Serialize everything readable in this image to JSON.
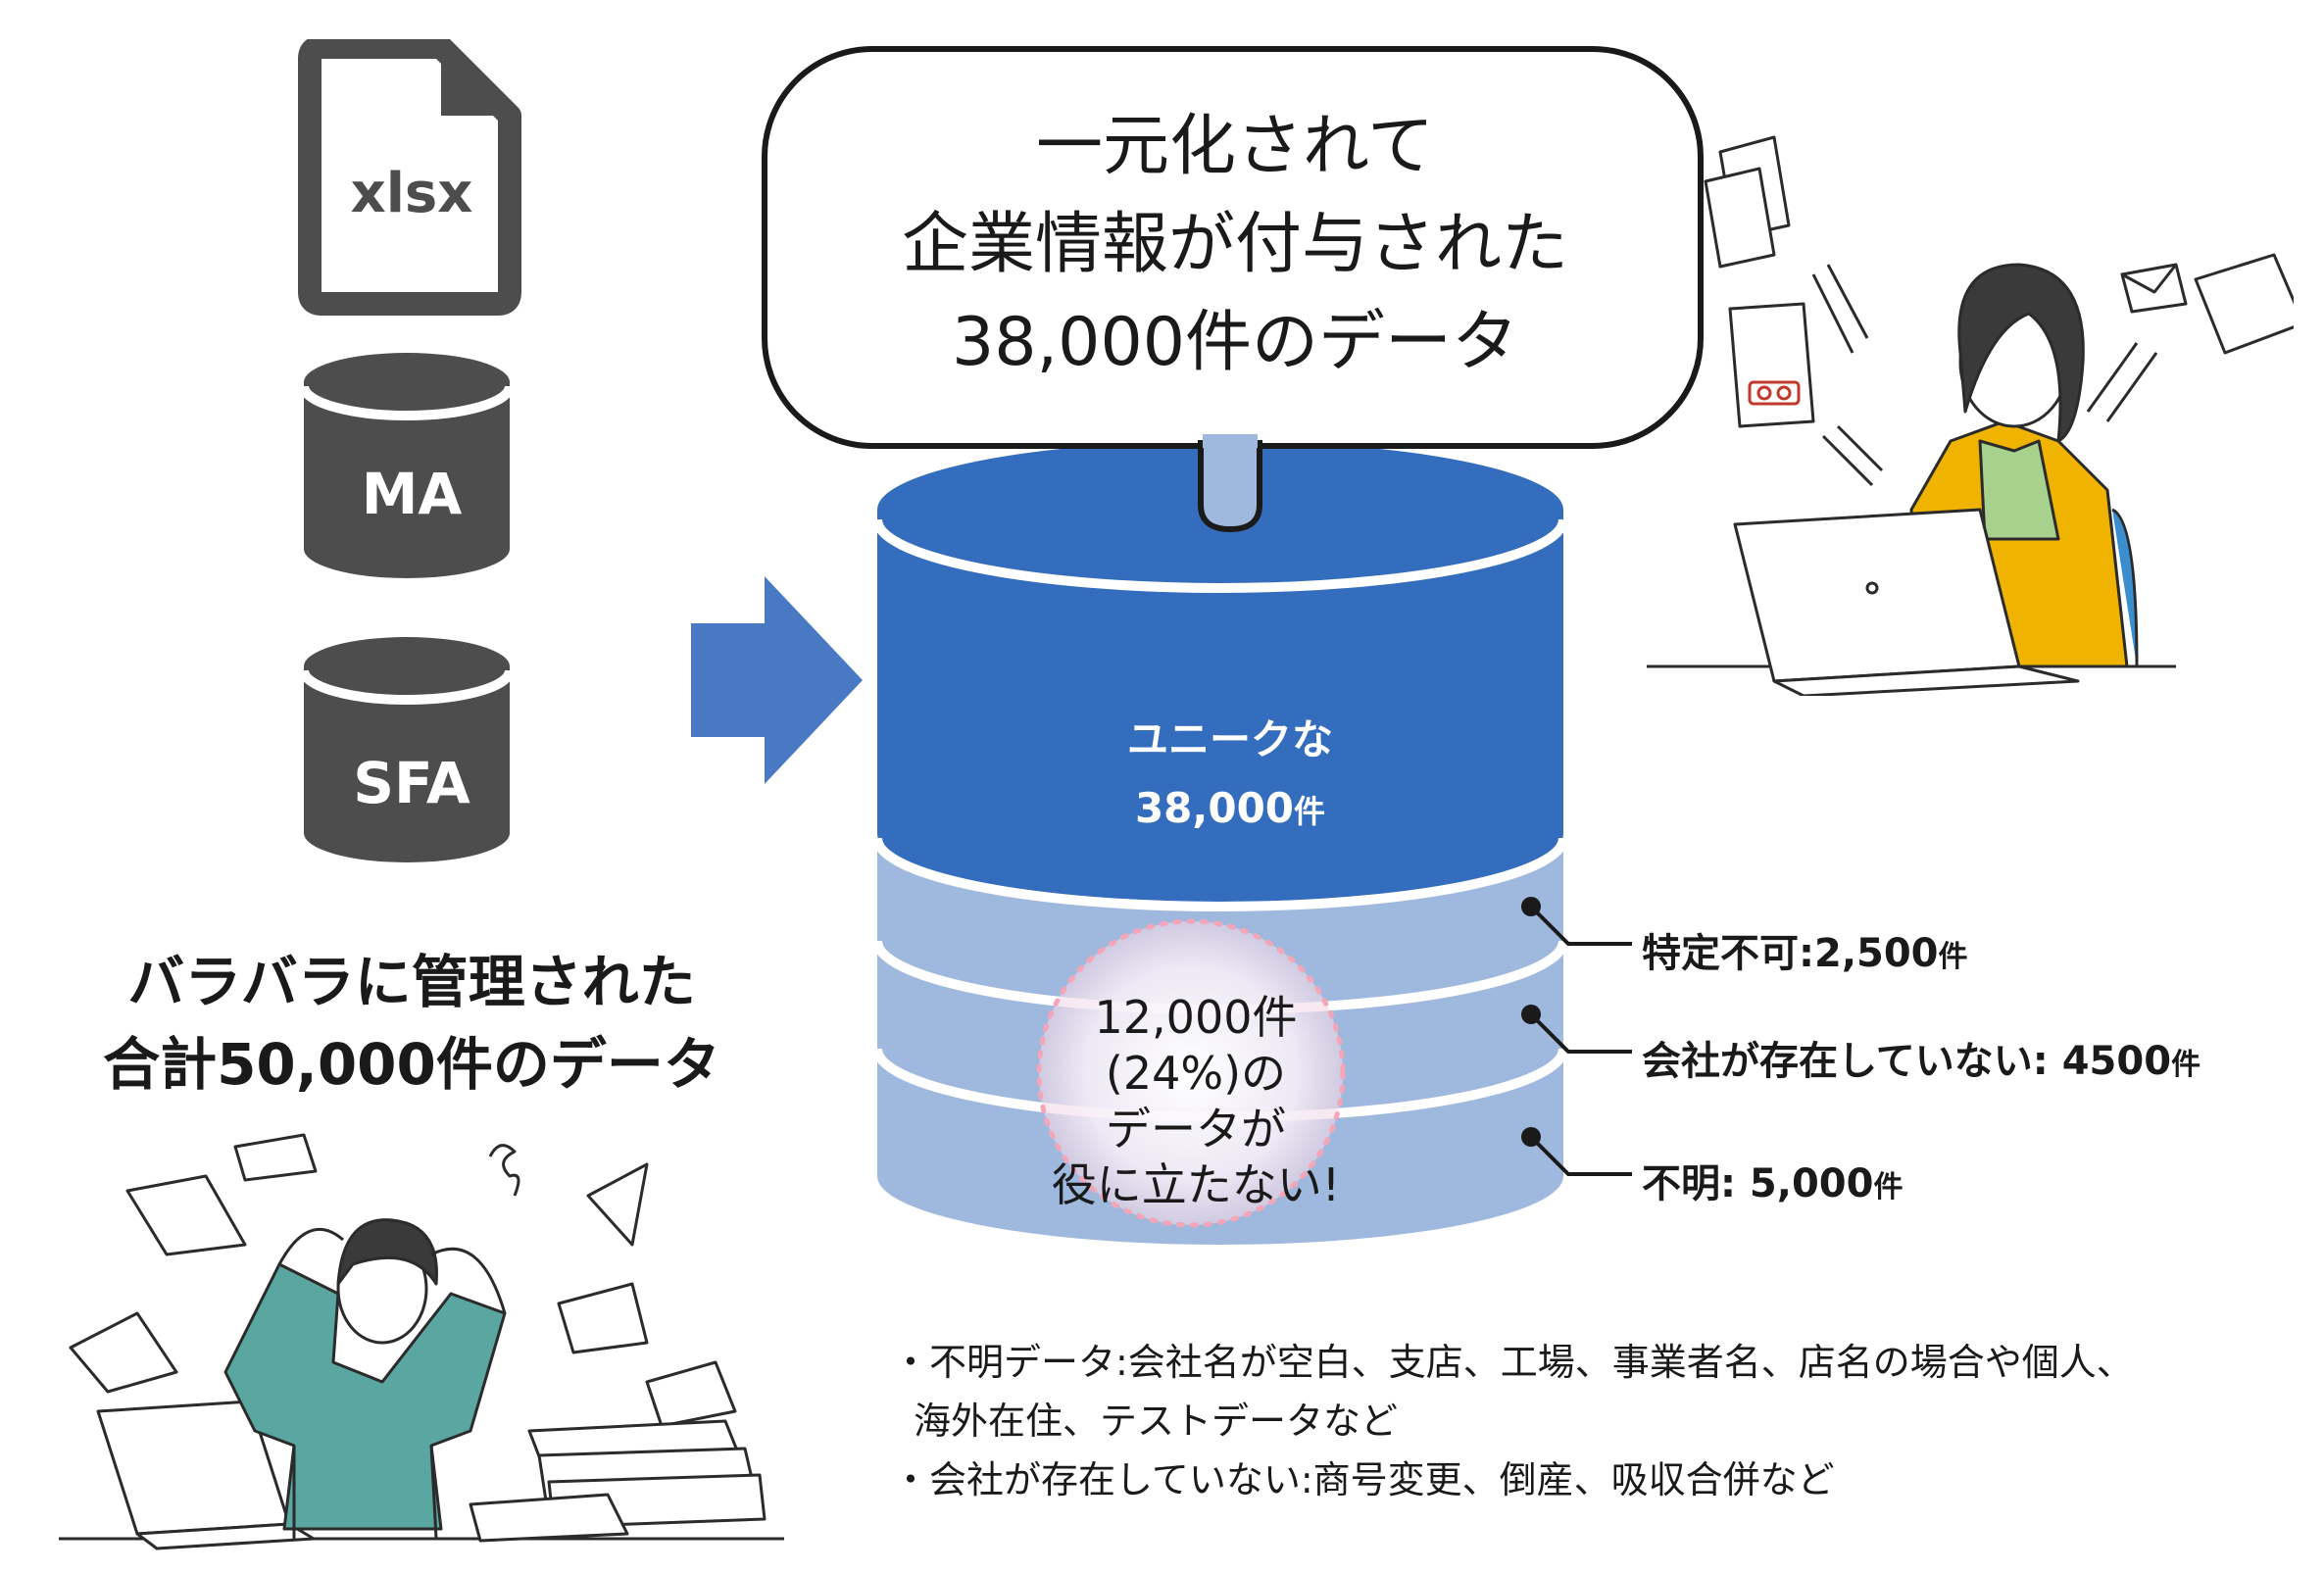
{
  "colors": {
    "icon_dark": "#4d4d4d",
    "db_blue": "#346dbe",
    "db_light": "#9fb8de",
    "arrow_blue": "#4a79c3",
    "bubble_tail": "#9fb8de",
    "highlight_ring": "#f2a6b8"
  },
  "sources": {
    "file_icon_label": "xlsx",
    "db1_label": "MA",
    "db2_label": "SFA"
  },
  "left_caption": {
    "line1": "バラバラに管理された",
    "line2": "合計50,000件のデータ"
  },
  "bubble": {
    "line1": "一元化されて",
    "line2": "企業情報が付与された",
    "line3": "38,000件のデータ"
  },
  "database": {
    "unique_line1": "ユニークな",
    "unique_count": "38,000",
    "unique_unit": "件",
    "useless_line1": "12,000件",
    "useless_line2": "(24%)の",
    "useless_line3": "データが",
    "useless_line4": "役に立たない!"
  },
  "callouts": [
    {
      "label": "特定不可:2,500",
      "unit": "件"
    },
    {
      "label": "会社が存在していない: 4500",
      "unit": "件"
    },
    {
      "label": "不明: 5,000",
      "unit": "件"
    }
  ],
  "notes": {
    "line1": "・不明データ:会社名が空白、支店、工場、事業者名、店名の場合や個人、",
    "line2": "海外在住、テストデータなど",
    "line3": "・会社が存在していない:商号変更、倒産、吸収合併など"
  }
}
